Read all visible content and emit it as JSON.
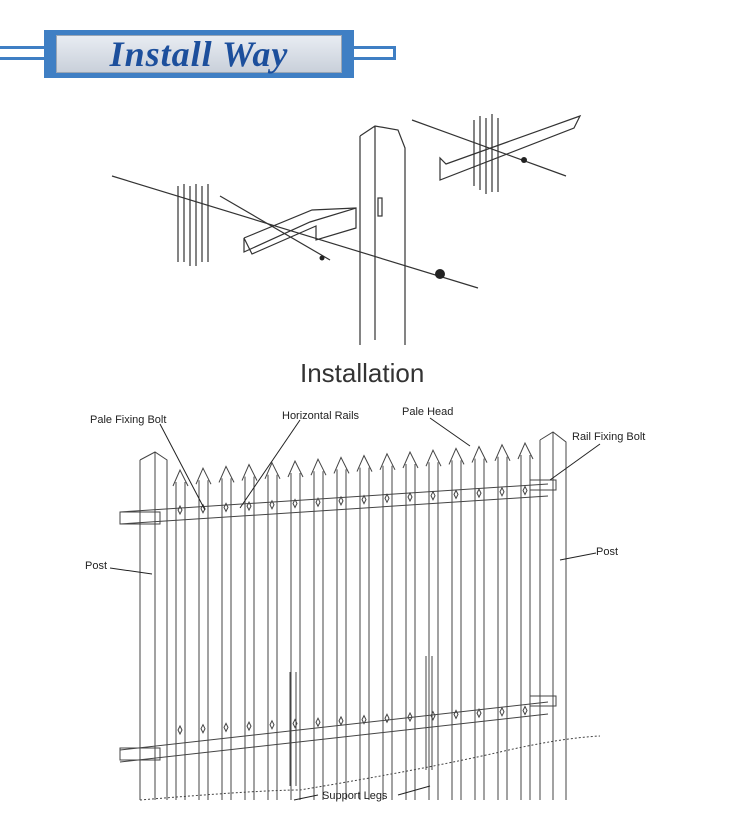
{
  "header": {
    "title": "Install Way"
  },
  "top_diagram": {
    "caption": "Installation"
  },
  "fence_diagram": {
    "labels": {
      "pale_fixing_bolt": "Pale Fixing Bolt",
      "horizontal_rails": "Horizontal Rails",
      "pale_head": "Pale Head",
      "rail_fixing_bolt": "Rail Fixing Bolt",
      "post_left": "Post",
      "post_right": "Post",
      "support_legs": "Support Legs"
    }
  },
  "colors": {
    "banner_blue": "#3f7fc4",
    "title_blue": "#1c4f9c",
    "line": "#333333"
  }
}
